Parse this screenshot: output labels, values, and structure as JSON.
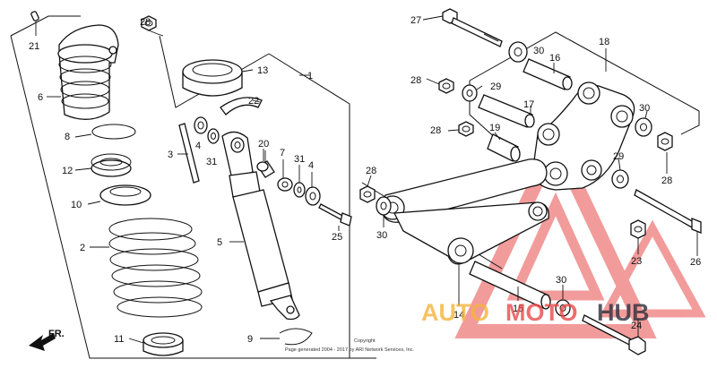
{
  "diagram": {
    "callouts": {
      "c1": "1",
      "c2": "2",
      "c3": "3",
      "c4a": "4",
      "c4b": "4",
      "c5": "5",
      "c6": "6",
      "c7": "7",
      "c8": "8",
      "c9": "9",
      "c10": "10",
      "c11": "11",
      "c12": "12",
      "c13": "13",
      "c14": "14",
      "c15": "15",
      "c16": "16",
      "c17": "17",
      "c18": "18",
      "c19": "19",
      "c20": "20",
      "c21": "21",
      "c22": "22",
      "c23": "23",
      "c24": "24",
      "c25": "25",
      "c26": "26",
      "c27": "27",
      "c28a": "28",
      "c28b": "28",
      "c28c": "28",
      "c28d": "28",
      "c28e": "28",
      "c29a": "29",
      "c29b": "29",
      "c30a": "30",
      "c30b": "30",
      "c30c": "30",
      "c30d": "30",
      "c31a": "31",
      "c31b": "31"
    },
    "direction_label": "FR.",
    "copyright_line1": "Copyright",
    "copyright_line2": "Page generated 2004 - 2017 by ARI Network Services, Inc."
  },
  "watermark": {
    "brand_part1": "AUTO",
    "brand_part2": "MOTO",
    "brand_part3": "HUB",
    "colors": {
      "orange": "#f5b33b",
      "red": "#e84a4a",
      "dark": "#2f2f3a"
    }
  }
}
